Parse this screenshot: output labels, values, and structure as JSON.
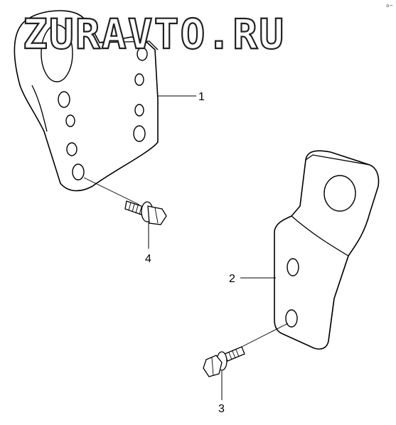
{
  "watermark": "ZURAVTO.RU",
  "corner_mark": "a~",
  "callouts": [
    {
      "id": "1",
      "label": "1"
    },
    {
      "id": "2",
      "label": "2"
    },
    {
      "id": "3",
      "label": "3"
    },
    {
      "id": "4",
      "label": "4"
    }
  ]
}
